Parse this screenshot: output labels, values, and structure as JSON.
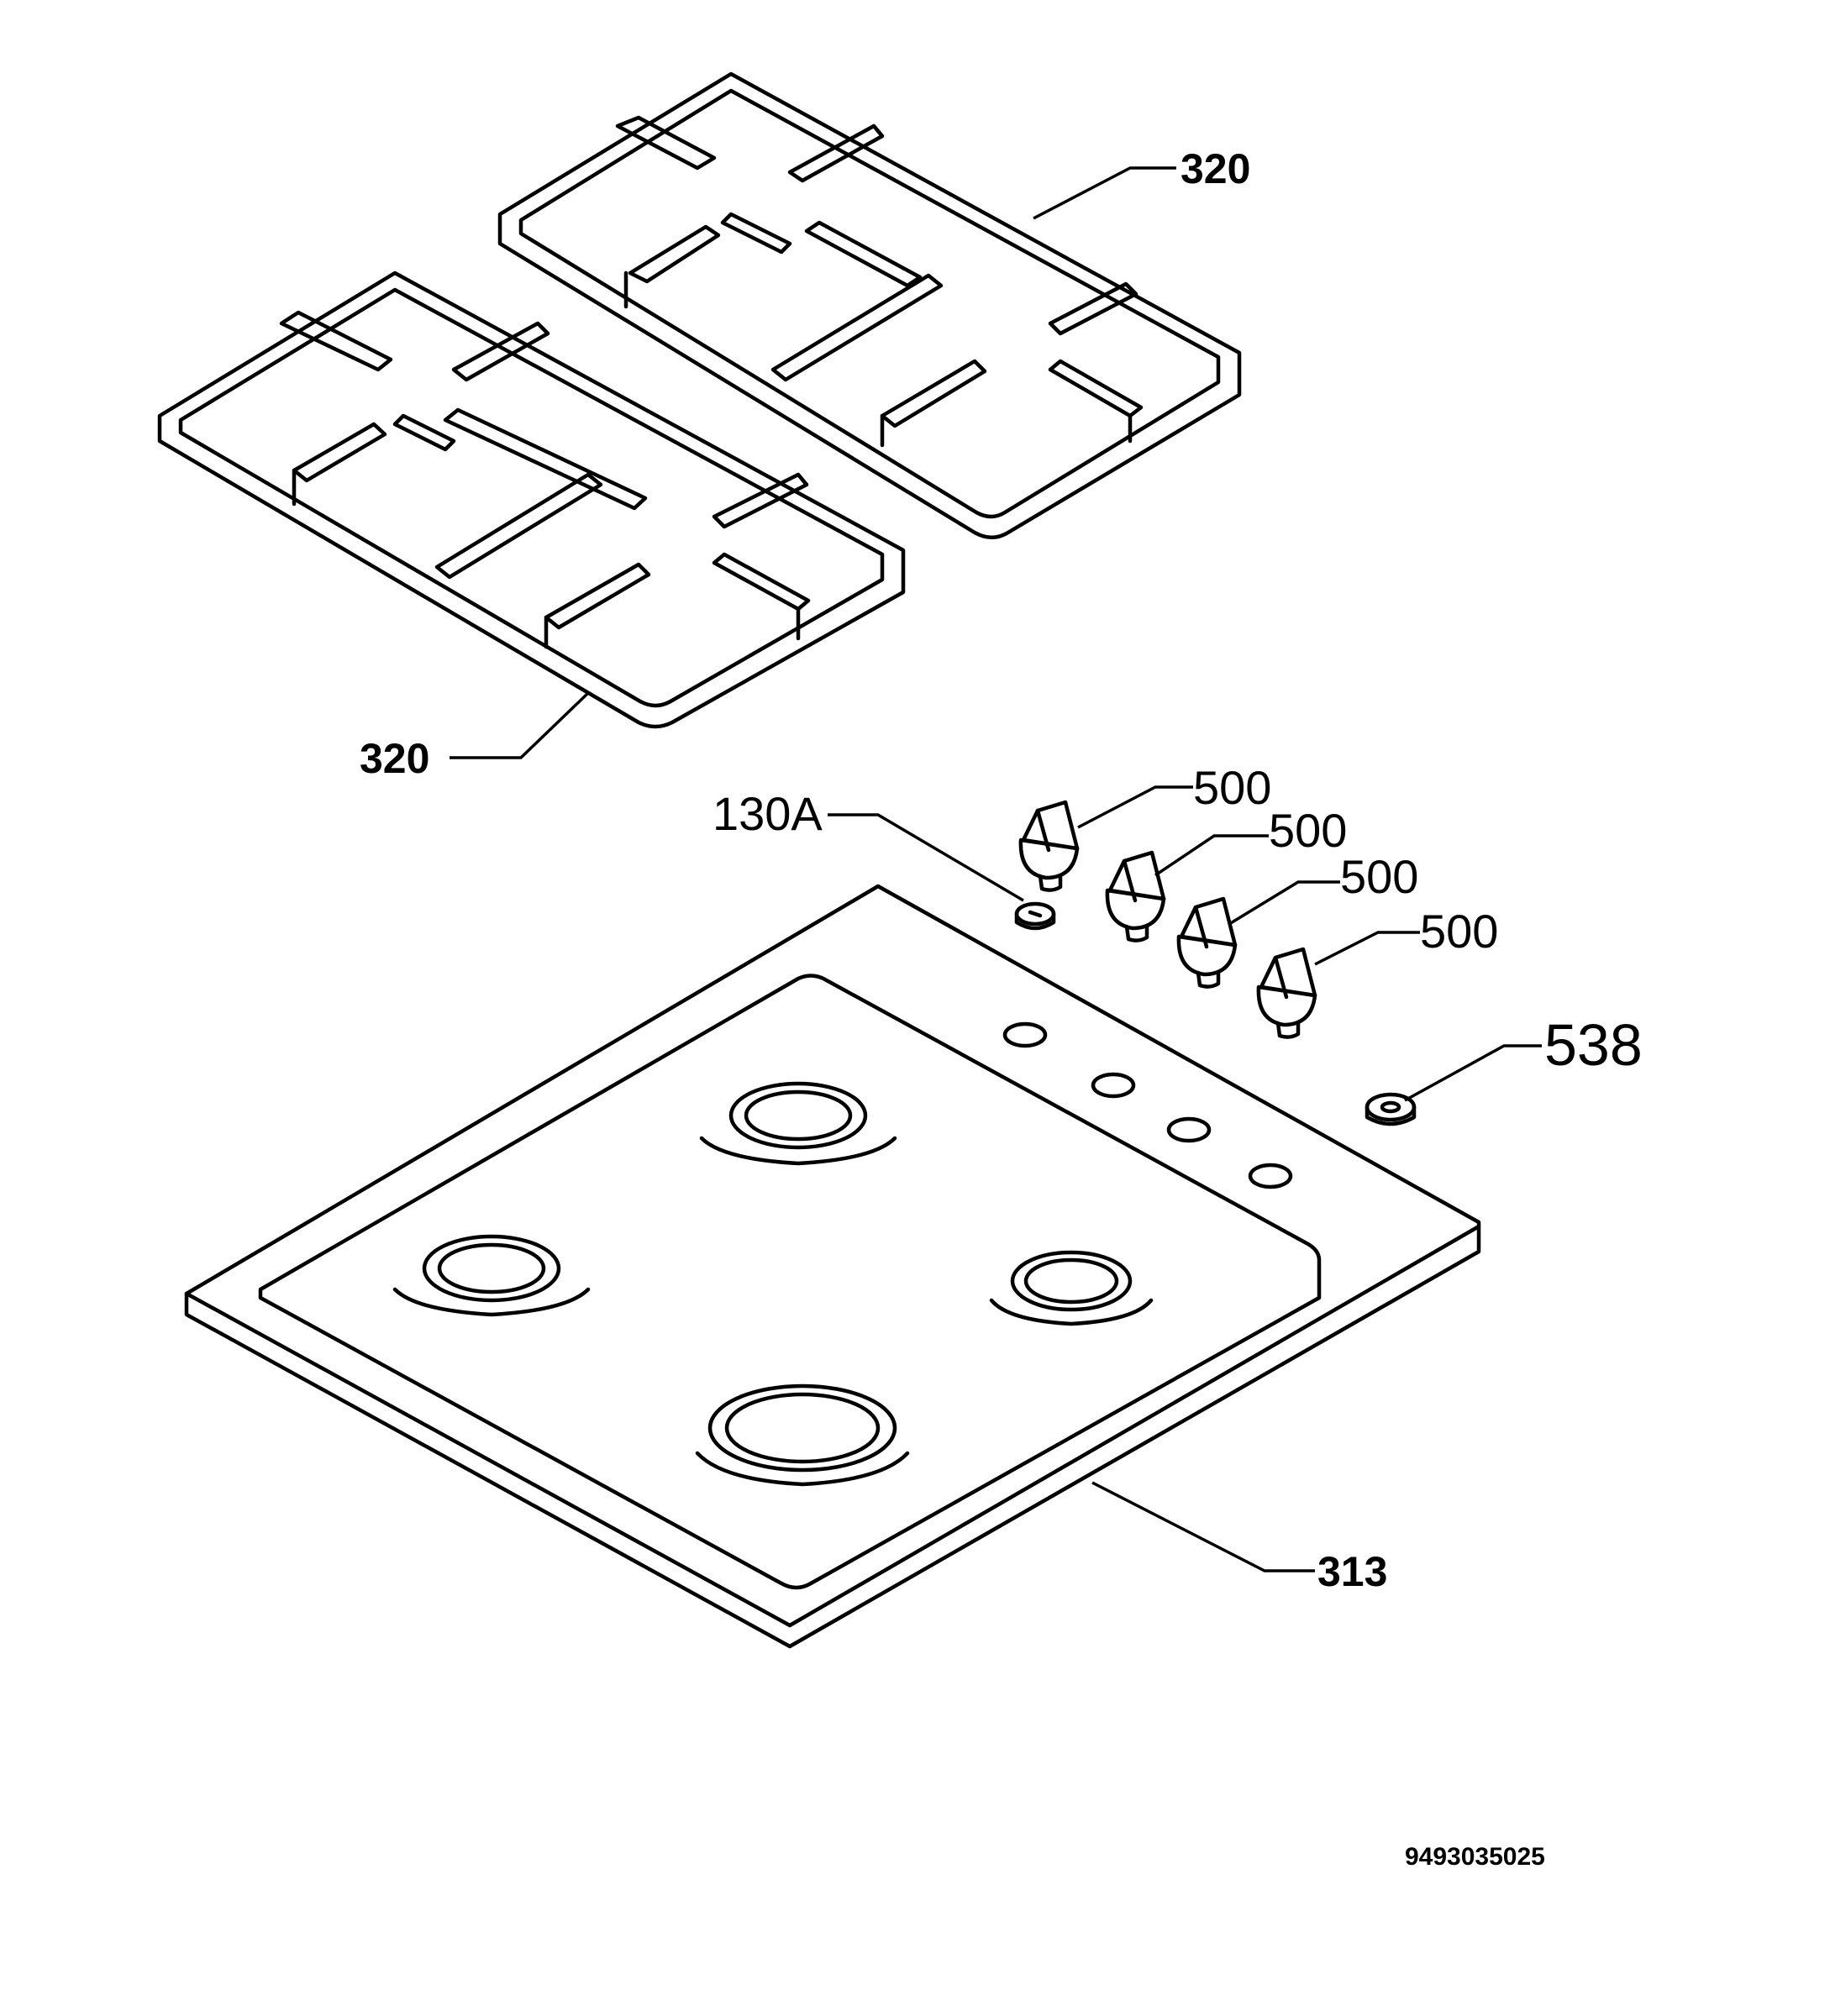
{
  "labels": {
    "grid_right": "320",
    "grid_left": "320",
    "knob_1": "500",
    "knob_2": "500",
    "knob_3": "500",
    "knob_4": "500",
    "screw": "130A",
    "part_538": "538",
    "hob_top": "313"
  },
  "document_number": "9493035025"
}
